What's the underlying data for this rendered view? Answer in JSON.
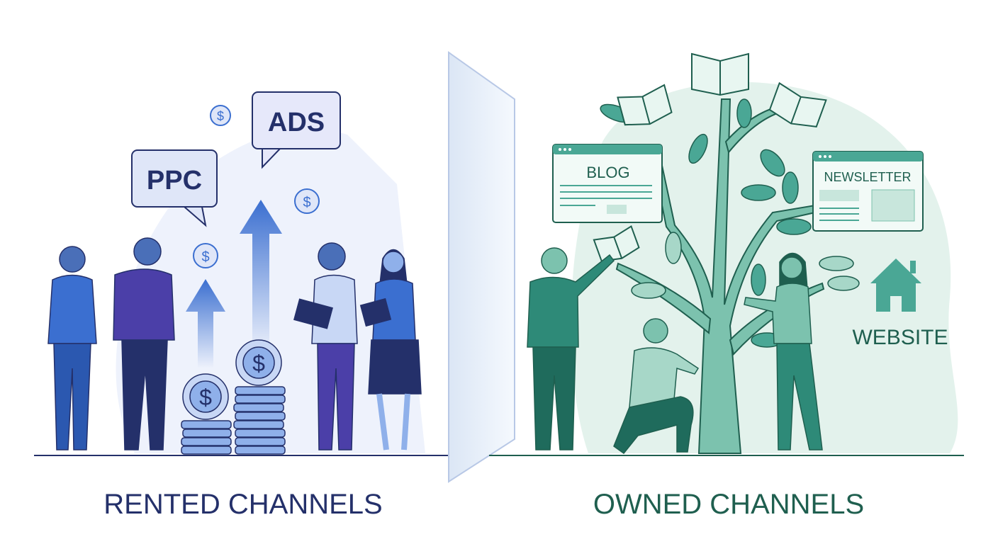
{
  "left": {
    "caption": "RENTED CHANNELS",
    "bubbles": [
      "PPC",
      "ADS"
    ],
    "coin_symbol": "$",
    "colors": {
      "primary": "#3b6fd0",
      "dark": "#24306a",
      "light": "#dfe6f8"
    }
  },
  "right": {
    "caption": "OWNED CHANNELS",
    "blog": "BLOG",
    "newsletter": "NEWSLETTER",
    "website": "WEBSITE",
    "colors": {
      "primary": "#4aa795",
      "dark": "#1f5f4f",
      "light": "#dcefe8"
    }
  }
}
